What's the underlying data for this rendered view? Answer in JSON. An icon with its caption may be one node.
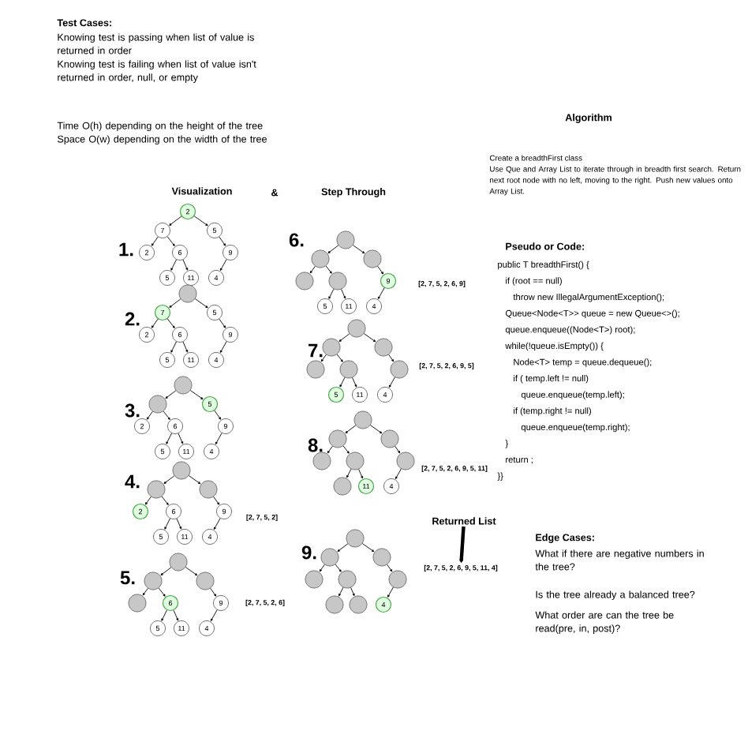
{
  "diagram": {
    "nodes": [
      {
        "text": [
          "2"
        ]
      },
      {
        "text": [
          "7"
        ]
      },
      {
        "text": [
          "5"
        ]
      },
      {
        "text": [
          "2"
        ]
      },
      {
        "text": [
          "6"
        ]
      },
      {
        "text": [
          "9"
        ]
      },
      {
        "text": [
          "5"
        ]
      },
      {
        "text": [
          "11"
        ]
      },
      {
        "text": [
          "4"
        ]
      },
      {
        "text": [],
        "shape": "circle"
      },
      {
        "text": [
          "7"
        ]
      },
      {
        "text": [
          "5"
        ]
      },
      {
        "text": [
          "2"
        ]
      },
      {
        "text": [
          "6"
        ]
      },
      {
        "text": [
          "9"
        ]
      },
      {
        "text": [
          "5"
        ]
      },
      {
        "text": [
          "11"
        ]
      },
      {
        "text": [
          "4"
        ]
      },
      {
        "text": [],
        "shape": "circle"
      },
      {
        "text": [],
        "shape": "circle"
      },
      {
        "text": [
          "5"
        ]
      },
      {
        "text": [
          "2"
        ]
      },
      {
        "text": [
          "6"
        ]
      },
      {
        "text": [
          "9"
        ]
      },
      {
        "text": [
          "5"
        ]
      },
      {
        "text": [
          "11"
        ]
      },
      {
        "text": [
          "4"
        ]
      },
      {
        "text": [],
        "shape": "circle"
      },
      {
        "text": [],
        "shape": "circle"
      },
      {
        "text": [],
        "shape": "circle"
      },
      {
        "text": [
          "2"
        ]
      },
      {
        "text": [
          "6"
        ]
      },
      {
        "text": [
          "9"
        ]
      },
      {
        "text": [
          "5"
        ]
      },
      {
        "text": [
          "11"
        ]
      },
      {
        "text": [
          "4"
        ]
      },
      {
        "text": [],
        "shape": "circle"
      },
      {
        "text": [],
        "shape": "circle"
      },
      {
        "text": [],
        "shape": "circle"
      },
      {
        "text": [],
        "shape": "circle"
      },
      {
        "text": [
          "6"
        ]
      },
      {
        "text": [
          "9"
        ]
      },
      {
        "text": [
          "5"
        ]
      },
      {
        "text": [
          "11"
        ]
      },
      {
        "text": [
          "4"
        ]
      },
      {
        "text": [],
        "shape": "circle"
      },
      {
        "text": [],
        "shape": "circle"
      },
      {
        "text": [],
        "shape": "circle"
      },
      {
        "text": [],
        "shape": "circle"
      },
      {
        "text": [],
        "shape": "circle"
      },
      {
        "text": [
          "9"
        ]
      },
      {
        "text": [
          "5"
        ]
      },
      {
        "text": [
          "11"
        ]
      },
      {
        "text": [
          "4"
        ]
      },
      {
        "text": [],
        "shape": "circle"
      },
      {
        "text": [],
        "shape": "circle"
      },
      {
        "text": [],
        "shape": "circle"
      },
      {
        "text": [],
        "shape": "circle"
      },
      {
        "text": [],
        "shape": "circle"
      },
      {
        "text": [],
        "shape": "circle"
      },
      {
        "text": [
          "5"
        ]
      },
      {
        "text": [
          "11"
        ]
      },
      {
        "text": [
          "4"
        ]
      },
      {
        "text": [],
        "shape": "circle"
      },
      {
        "text": [],
        "shape": "circle"
      },
      {
        "text": [],
        "shape": "circle"
      },
      {
        "text": [],
        "shape": "circle"
      },
      {
        "text": [],
        "shape": "circle"
      },
      {
        "text": [],
        "shape": "circle"
      },
      {
        "text": [],
        "shape": "circle"
      },
      {
        "text": [
          "11"
        ]
      },
      {
        "text": [
          "4"
        ]
      },
      {
        "text": [],
        "shape": "circle"
      },
      {
        "text": [],
        "shape": "circle"
      },
      {
        "text": [],
        "shape": "circle"
      },
      {
        "text": [],
        "shape": "circle"
      },
      {
        "text": [],
        "shape": "circle"
      },
      {
        "text": [],
        "shape": "circle"
      },
      {
        "text": [],
        "shape": "circle"
      },
      {
        "text": [],
        "shape": "circle"
      },
      {
        "text": [
          "4"
        ]
      },
      {
        "text": [
          "Returned List"
        ]
      },
      {
        "text": [
          "[2, 7, 5, 2, 6, 9, 5, 11, 4]"
        ]
      }
    ],
    "edges": [
      {
        "from": 0,
        "to": 1,
        "arrow": "to"
      },
      {
        "from": 0,
        "to": 2,
        "arrow": "to"
      },
      {
        "from": 1,
        "to": 3,
        "arrow": "to"
      },
      {
        "from": 1,
        "to": 4,
        "arrow": "to"
      },
      {
        "from": 2,
        "to": 5,
        "arrow": "to"
      },
      {
        "from": 4,
        "to": 6,
        "arrow": "to"
      },
      {
        "from": 4,
        "to": 7,
        "arrow": "to"
      },
      {
        "from": 5,
        "to": 8,
        "arrow": "to"
      },
      {
        "from": 9,
        "to": 10,
        "arrow": "to"
      },
      {
        "from": 9,
        "to": 11,
        "arrow": "to"
      },
      {
        "from": 10,
        "to": 12,
        "arrow": "to"
      },
      {
        "from": 10,
        "to": 13,
        "arrow": "to"
      },
      {
        "from": 11,
        "to": 14,
        "arrow": "to"
      },
      {
        "from": 13,
        "to": 15,
        "arrow": "to"
      },
      {
        "from": 13,
        "to": 16,
        "arrow": "to"
      },
      {
        "from": 14,
        "to": 17,
        "arrow": "to"
      },
      {
        "from": 18,
        "to": 19,
        "arrow": "to"
      },
      {
        "from": 18,
        "to": 20,
        "arrow": "to"
      },
      {
        "from": 19,
        "to": 21,
        "arrow": "to"
      },
      {
        "from": 19,
        "to": 22,
        "arrow": "to"
      },
      {
        "from": 20,
        "to": 23,
        "arrow": "to"
      },
      {
        "from": 22,
        "to": 24,
        "arrow": "to"
      },
      {
        "from": 22,
        "to": 25,
        "arrow": "to"
      },
      {
        "from": 23,
        "to": 26,
        "arrow": "to"
      },
      {
        "from": 27,
        "to": 28,
        "arrow": "to"
      },
      {
        "from": 27,
        "to": 29,
        "arrow": "to"
      },
      {
        "from": 28,
        "to": 30,
        "arrow": "to"
      },
      {
        "from": 28,
        "to": 31,
        "arrow": "to"
      },
      {
        "from": 29,
        "to": 32,
        "arrow": "to"
      },
      {
        "from": 31,
        "to": 33,
        "arrow": "to"
      },
      {
        "from": 31,
        "to": 34,
        "arrow": "to"
      },
      {
        "from": 32,
        "to": 35,
        "arrow": "to"
      },
      {
        "from": 36,
        "to": 37,
        "arrow": "to"
      },
      {
        "from": 36,
        "to": 38,
        "arrow": "to"
      },
      {
        "from": 37,
        "to": 39,
        "arrow": "to"
      },
      {
        "from": 37,
        "to": 40,
        "arrow": "to"
      },
      {
        "from": 38,
        "to": 41,
        "arrow": "to"
      },
      {
        "from": 40,
        "to": 42,
        "arrow": "to"
      },
      {
        "from": 40,
        "to": 43,
        "arrow": "to"
      },
      {
        "from": 41,
        "to": 44,
        "arrow": "to"
      },
      {
        "from": 45,
        "to": 46,
        "arrow": "to"
      },
      {
        "from": 45,
        "to": 47,
        "arrow": "to"
      },
      {
        "from": 46,
        "to": 48,
        "arrow": "to"
      },
      {
        "from": 46,
        "to": 49,
        "arrow": "to"
      },
      {
        "from": 47,
        "to": 50,
        "arrow": "to"
      },
      {
        "from": 49,
        "to": 51,
        "arrow": "to"
      },
      {
        "from": 49,
        "to": 52,
        "arrow": "to"
      },
      {
        "from": 50,
        "to": 53,
        "arrow": "to"
      },
      {
        "from": 54,
        "to": 55,
        "arrow": "to"
      },
      {
        "from": 54,
        "to": 56,
        "arrow": "to"
      },
      {
        "from": 55,
        "to": 57,
        "arrow": "to"
      },
      {
        "from": 55,
        "to": 58,
        "arrow": "to"
      },
      {
        "from": 56,
        "to": 59,
        "arrow": "to"
      },
      {
        "from": 58,
        "to": 60,
        "arrow": "to"
      },
      {
        "from": 58,
        "to": 61,
        "arrow": "to"
      },
      {
        "from": 59,
        "to": 62,
        "arrow": "to"
      },
      {
        "from": 63,
        "to": 64,
        "arrow": "to"
      },
      {
        "from": 63,
        "to": 65,
        "arrow": "to"
      },
      {
        "from": 64,
        "to": 66,
        "arrow": "to"
      },
      {
        "from": 64,
        "to": 67,
        "arrow": "to"
      },
      {
        "from": 65,
        "to": 68,
        "arrow": "to"
      },
      {
        "from": 67,
        "to": 69,
        "arrow": "to"
      },
      {
        "from": 67,
        "to": 70,
        "arrow": "to"
      },
      {
        "from": 68,
        "to": 71,
        "arrow": "to"
      },
      {
        "from": 72,
        "to": 73,
        "arrow": "to"
      },
      {
        "from": 72,
        "to": 74,
        "arrow": "to"
      },
      {
        "from": 73,
        "to": 75,
        "arrow": "to"
      },
      {
        "from": 73,
        "to": 76,
        "arrow": "to"
      },
      {
        "from": 74,
        "to": 77,
        "arrow": "to"
      },
      {
        "from": 76,
        "to": 78,
        "arrow": "to"
      },
      {
        "from": 76,
        "to": 79,
        "arrow": "to"
      },
      {
        "from": 77,
        "to": 80,
        "arrow": "to"
      },
      {
        "from": 81,
        "to": 82,
        "arrow": "to",
        "style": "thick"
      }
    ],
    "labels": [
      "Test Cases:",
      "Knowing test is passing when list of value is returned in order",
      "Knowing test is failing when list of value isn't returned in order, null, or empty",
      "Time O(h) depending on the height of the tree",
      "Space O(w) depending on the width of the tree",
      "Algorithm",
      "Create a breadthFirst class",
      "Use Que and Array List to iterate through in breadth first search. Return next root node with no left, moving to the right. Push new values onto Array List.",
      "Visualization",
      "&",
      "Step Through",
      "1.",
      "2.",
      "3.",
      "4.",
      "5.",
      "6.",
      "7.",
      "8.",
      "9.",
      "[2, 7, 5, 2]",
      "[2, 7, 5, 2, 6]",
      "[2, 7, 5, 2, 6, 9]",
      "[2, 7, 5, 2, 6, 9, 5]",
      "[2, 7, 5, 2, 6, 9, 5, 11]",
      "Pseudo or Code:",
      "public T breadthFirst() {",
      "if (root == null)",
      "throw new IllegalArgumentException();",
      "Queue<Node<T>> queue = new Queue<>();",
      "queue.enqueue((Node<T>) root);",
      "while(!queue.isEmpty()) {",
      "Node<T> temp = queue.dequeue();",
      "if ( temp.left != null)",
      "queue.enqueue(temp.left);",
      "if (temp.right != null)",
      "queue.enqueue(temp.right);",
      "}",
      "return ;",
      "}}",
      "Edge Cases:",
      "What if there are negative numbers in the tree?",
      "Is the tree already a balanced tree?",
      "What order are can the tree be read(pre, in, post)?"
    ]
  }
}
